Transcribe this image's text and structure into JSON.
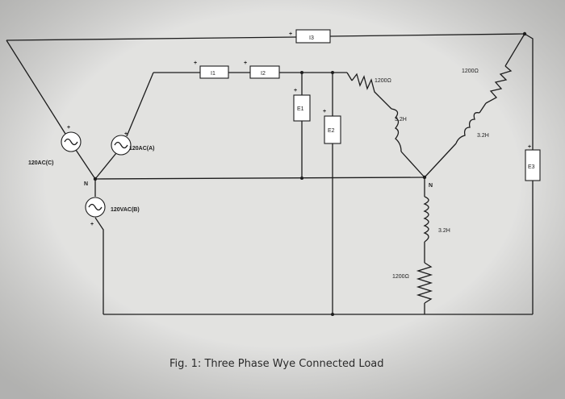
{
  "caption": "Fig. 1: Three Phase Wye Connected Load",
  "sources": {
    "a": "120AC(A)",
    "b": "120VAC(B)",
    "c": "120AC(C)",
    "source_neutral": "N"
  },
  "ammeters": {
    "i1": "I1",
    "i2": "I2",
    "i3": "I3"
  },
  "voltmeters": {
    "e1": "E1",
    "e2": "E2",
    "e3": "E3"
  },
  "load": {
    "neutral": "N",
    "branch_1": {
      "resistance": "1200Ω",
      "inductance": "3.2H"
    },
    "branch_2": {
      "resistance": "1200Ω",
      "inductance": "3.2H"
    },
    "branch_3": {
      "resistance": "1200Ω",
      "inductance": "3.2H"
    }
  },
  "polarity": "+",
  "colors": {
    "background": "#d8d8d6",
    "wire": "#1c1c1c"
  }
}
